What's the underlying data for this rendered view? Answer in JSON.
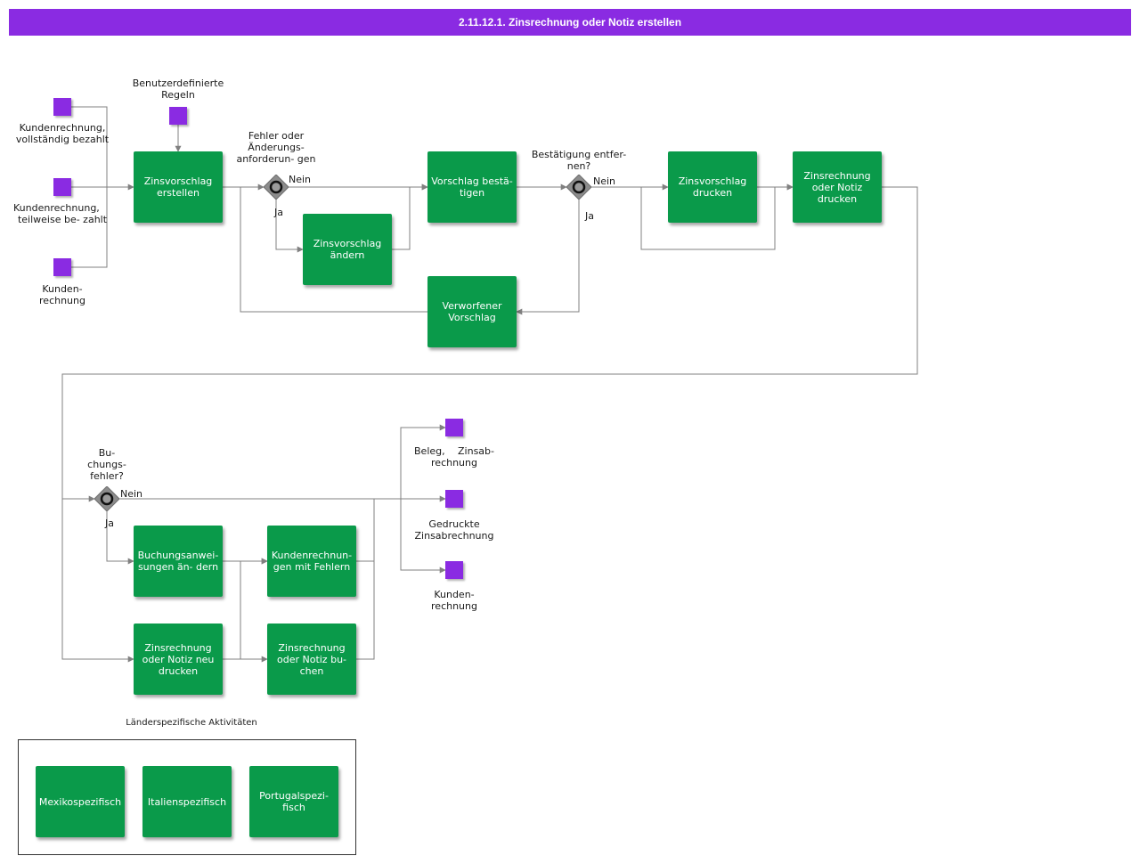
{
  "title": "2.11.12.1. Zinsrechnung oder Notiz erstellen",
  "colors": {
    "title_bar": "#8a2be2",
    "task": "#0a9a4a",
    "event": "#8a2be2",
    "gateway": "#808080",
    "connector": "#808080"
  },
  "events": {
    "kundenrechnung_bezahlt": "Kundenrechnung, vollständig bezahlt",
    "kundenrechnung_teilweise": "Kundenrechnung, teilweise be- zahlt",
    "kundenrechnung_in": "Kunden- rechnung",
    "benutzerdefinierte_regeln": "Benutzerdefinierte Regeln",
    "beleg_zinsabrechnung": "Beleg, Zinsab- rechnung",
    "gedruckte_zinsabrechnung": "Gedruckte Zinsabrechnung",
    "kundenrechnung_out": "Kunden- rechnung"
  },
  "tasks": {
    "zinsvorschlag_erstellen": "Zinsvorschlag erstellen",
    "zinsvorschlag_aendern": "Zinsvorschlag ändern",
    "vorschlag_bestaetigen": "Vorschlag bestä- tigen",
    "verworfener_vorschlag": "Verworfener Vorschlag",
    "zinsvorschlag_drucken": "Zinsvorschlag drucken",
    "zinsrechnung_drucken": "Zinsrechnung oder Notiz drucken",
    "buchungsanweisungen_aendern": "Buchungsanwei- sungen än- dern",
    "kundenrechnungen_fehlern": "Kundenrechnun- gen mit Fehlern",
    "zinsrechnung_neu_drucken": "Zinsrechnung oder Notiz neu drucken",
    "zinsrechnung_buchen": "Zinsrechnung oder Notiz bu- chen"
  },
  "gateways": {
    "fehler": {
      "question": "Fehler oder Änderungs- anforderun- gen",
      "no": "Nein",
      "yes": "Ja"
    },
    "bestaetigung": {
      "question": "Bestätigung entfer- nen?",
      "no": "Nein",
      "yes": "Ja"
    },
    "buchungsfehler": {
      "question": "Bu- chungs- fehler?",
      "no": "Nein",
      "yes": "Ja"
    }
  },
  "group": {
    "label": "Länderspezifische Aktivitäten",
    "items": [
      "Mexikospezifisch",
      "Italienspezifisch",
      "Portugalspezi- fisch"
    ]
  }
}
